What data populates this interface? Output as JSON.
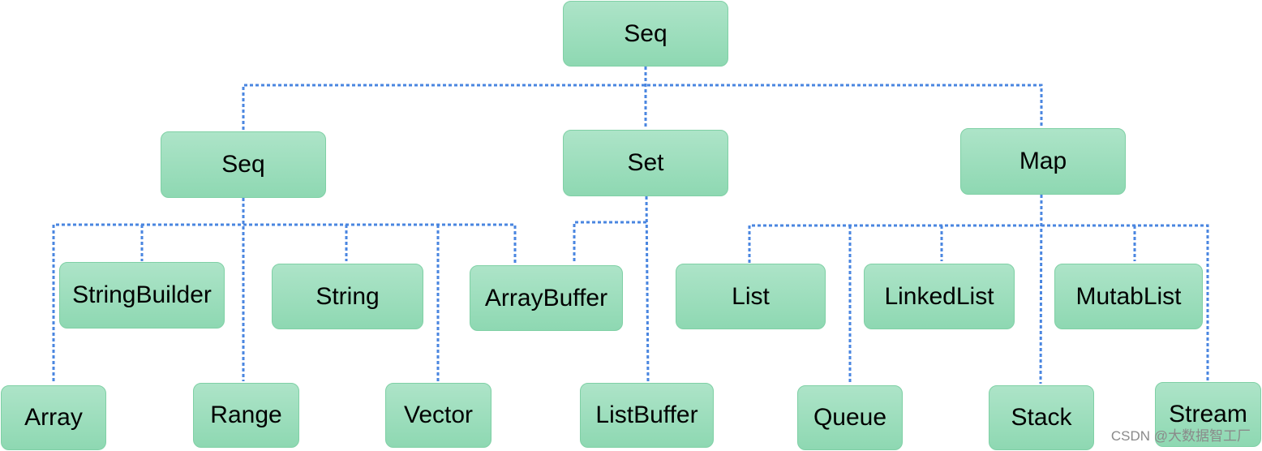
{
  "colors": {
    "connector": "#4a86e0",
    "node_fill_top": "#ade4c8",
    "node_fill_bottom": "#8ed8b2",
    "node_border": "#7fd0a5"
  },
  "nodes": {
    "root": "Seq",
    "seq": "Seq",
    "set": "Set",
    "map": "Map",
    "string_builder": "StringBuilder",
    "string": "String",
    "array_buffer": "ArrayBuffer",
    "list": "List",
    "linked_list": "LinkedList",
    "mutab_list": "MutabList",
    "array": "Array",
    "range": "Range",
    "vector": "Vector",
    "list_buffer": "ListBuffer",
    "queue": "Queue",
    "stack": "Stack",
    "stream": "Stream"
  },
  "watermark": "CSDN @大数据智工厂"
}
